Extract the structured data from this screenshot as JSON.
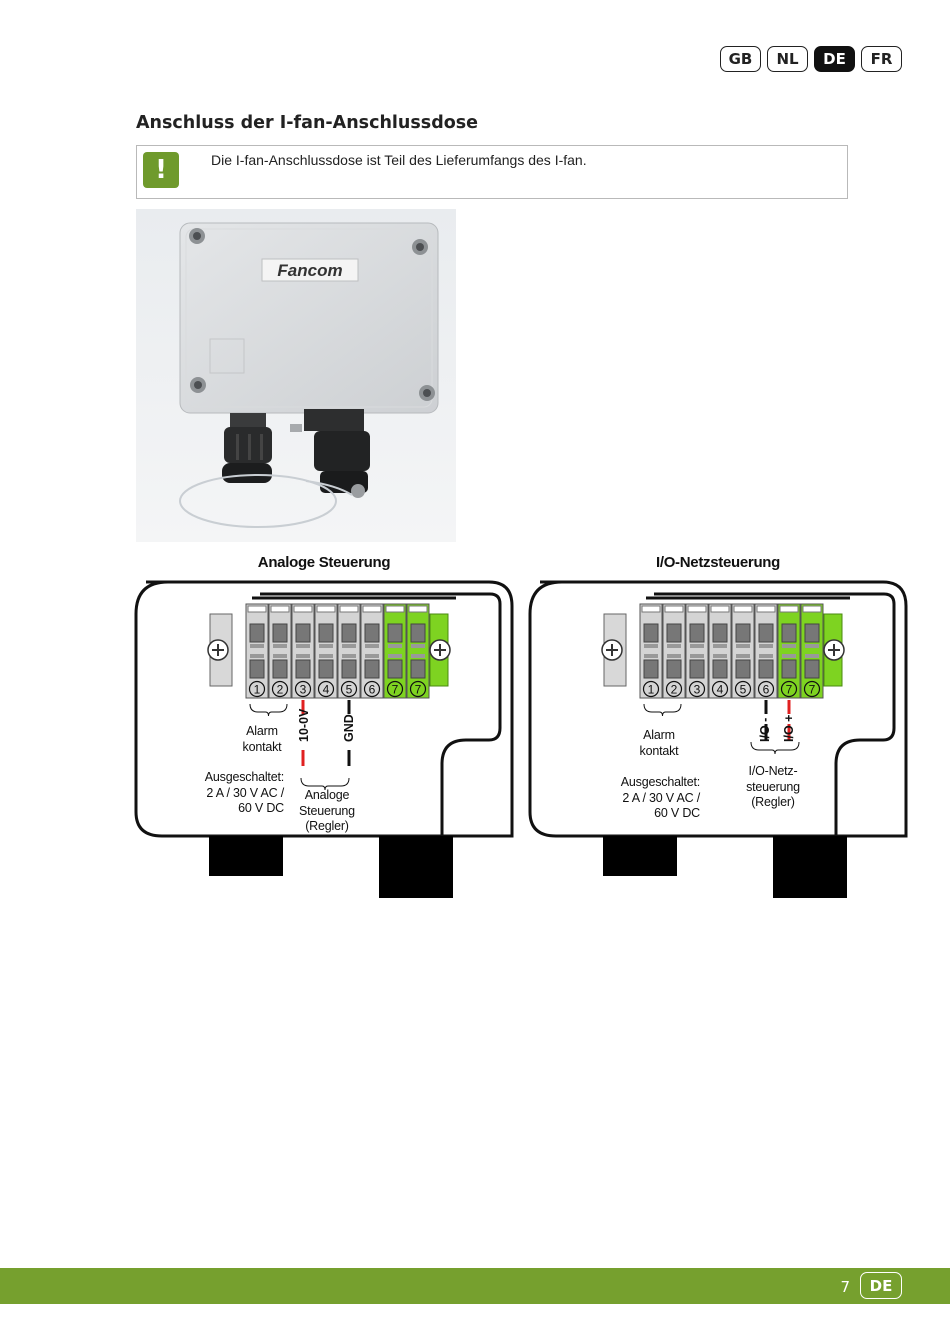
{
  "language_tabs": [
    "GB",
    "NL",
    "DE",
    "FR"
  ],
  "active_language": "DE",
  "title": "Anschluss der I-fan-Anschlussdose",
  "note": {
    "icon": "!",
    "text": "Die I-fan-Anschlussdose ist Teil des Lieferumfangs des I-fan."
  },
  "photo": {
    "logo_text": "Fancom"
  },
  "diagram_left": {
    "title": "Analoge Steuerung",
    "terminals": [
      "1",
      "2",
      "3",
      "4",
      "5",
      "6",
      "7",
      "7"
    ],
    "alarm_label": [
      "Alarm",
      "kontakt"
    ],
    "switched_label": [
      "Ausgeschaltet:",
      "2 A / 30 V AC /",
      "60 V DC"
    ],
    "signal_a": "10-0V",
    "signal_b": "GND",
    "control_label": [
      "Analoge",
      "Steuerung",
      "(Regler)"
    ]
  },
  "diagram_right": {
    "title": "I/O-Netzsteuerung",
    "terminals": [
      "1",
      "2",
      "3",
      "4",
      "5",
      "6",
      "7",
      "7"
    ],
    "alarm_label": [
      "Alarm",
      "kontakt"
    ],
    "switched_label": [
      "Ausgeschaltet:",
      "2 A / 30 V AC /",
      "60 V DC"
    ],
    "signal_a": "I/O -",
    "signal_b": "I/O +",
    "control_label": [
      "I/O-Netz-",
      "steuerung",
      "(Regler)"
    ]
  },
  "footer": {
    "page_number": "7",
    "language": "DE"
  },
  "colors": {
    "accent_green": "#76a02e",
    "terminal_green": "#7ed321",
    "wire_red": "#e02020"
  }
}
